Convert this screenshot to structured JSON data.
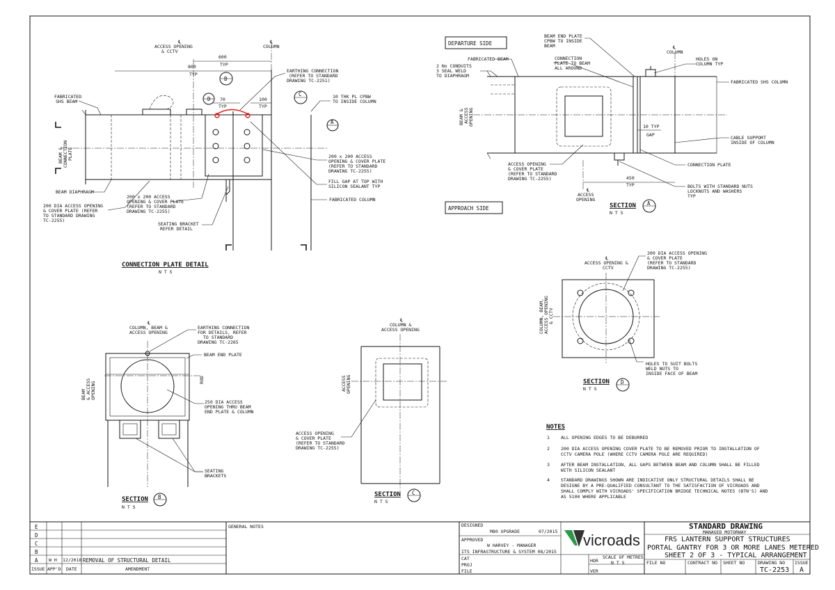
{
  "views": {
    "connection_plate": {
      "title": "CONNECTION PLATE DETAIL",
      "scale": "N T S",
      "labels": {
        "access_opening_cctv": [
          "℄",
          "ACCESS OPENING",
          "& CCTV"
        ],
        "column_cl": [
          "℄",
          "COLUMN"
        ],
        "dim_600": "600",
        "dim_600_typ": "TYP",
        "dim_800": "800",
        "dim_800_typ": "TYP",
        "dim_70": "70",
        "dim_70_typ": "TYP",
        "dim_100": "100",
        "dim_100_typ": "TYP",
        "earthing": [
          "EARTHING CONNECTION",
          "(REFER TO STANDARD",
          "DRAWING TC-2251)"
        ],
        "pl_cpbw": [
          "10 THK PL CPBW",
          "TO INSIDE COLUMN"
        ],
        "fabricated_shs_beam": [
          "FABRICATED",
          "SHS BEAM"
        ],
        "beam_connection_plate": [
          "℄",
          "BEAM &",
          "CONNECTION",
          "PLATE"
        ],
        "access_200x200": [
          "200 x 200 ACCESS",
          "OPENING & COVER PLATE",
          "(REFER TO STANDARD",
          "DRAWING TC-2255)"
        ],
        "fill_gap": [
          "FILL GAP AT TOP WITH",
          "SILICON SEALANT TYP"
        ],
        "beam_diaphragm": "BEAM DIAPHRAGM",
        "fabricated_column": "FABRICATED COLUMN",
        "access_200x200_left": [
          "200 x 200 ACCESS",
          "OPENING & COVER PLATE",
          "(REFER TO STANDARD",
          "DRAWING TC-2255)"
        ],
        "dia200_access": [
          "200 DIA ACCESS OPENING",
          "& COVER PLATE (REFER",
          "TO STANDARD DRAWING",
          "TC-2255)"
        ],
        "seating_bracket": [
          "SEATING BRACKET",
          "REFER DETAIL"
        ],
        "marker_b": "B",
        "marker_c": "C",
        "marker_d": "D",
        "marker_a": "A"
      }
    },
    "section_a": {
      "title": "SECTION",
      "letter": "A",
      "scale": "N T S",
      "departure": "DEPARTURE SIDE",
      "approach": "APPROACH SIDE",
      "labels": {
        "beam_end_plate": [
          "BEAM END PLATE",
          "CPBW TO INSIDE",
          "BEAM"
        ],
        "fabricated_beam": "FABRICATED BEAM",
        "conduits": [
          "2 No CONDUITS",
          "3 SEAL WELD",
          "TO DIAPHRAGM"
        ],
        "connection_plate_to_beam": [
          "CONNECTION",
          "PLATE TO BEAM",
          "ALL AROUND"
        ],
        "column_cl": [
          "℄",
          "COLUMN"
        ],
        "holes_on_column": [
          "HOLES ON",
          "COLUMN TYP"
        ],
        "fabricated_shs_column": "FABRICATED SHS COLUMN",
        "beam_access_opening": [
          "℄",
          "BEAM &",
          "ACCESS",
          "OPENING"
        ],
        "dim_10": "10 TYP",
        "gap": "GAP",
        "cable_support": [
          "CABLE SUPPORT",
          "INSIDE OF COLUMN"
        ],
        "access_cover": [
          "ACCESS OPENING",
          "& COVER PLATE",
          "(REFER TO STANDARD",
          "DRAWING TC-2255)"
        ],
        "connection_plate": "CONNECTION PLATE",
        "dim_450": "450",
        "dim_450_typ": "TYP",
        "access_opening_cl": [
          "℄",
          "ACCESS",
          "OPENING"
        ],
        "bolts": [
          "BOLTS WITH STANDARD NUTS",
          "LOCKNUTS AND WASHERS",
          "TYP"
        ]
      }
    },
    "section_d": {
      "title": "SECTION",
      "letter": "D",
      "scale": "N T S",
      "labels": {
        "dia200": [
          "200 DIA ACCESS OPENING",
          "& COVER PLATE",
          "(REFER TO STANDARD",
          "DRAWING TC-2255)"
        ],
        "access_cctv": [
          "℄",
          "ACCESS OPENING &",
          "CCTV"
        ],
        "column_beam_access": [
          "℄",
          "COLUMN, BEAM,",
          "ACCESS OPENING",
          "& CCTV"
        ],
        "holes_bolts": [
          "HOLES TO SUIT BOLTS",
          "WELD NUTS TO",
          "INSIDE FACE OF BEAM"
        ]
      }
    },
    "section_b": {
      "title": "SECTION",
      "letter": "B",
      "scale": "N T S",
      "labels": {
        "column_beam_access": [
          "℄",
          "COLUMN, BEAM &",
          "ACCESS OPENING"
        ],
        "earthing": [
          "EARTHING CONNECTION",
          "FOR DETAILS, REFER",
          "TO STANDARD",
          "DRAWING TC-2265"
        ],
        "beam_end_plate": "BEAM END PLATE",
        "beam_access": [
          "℄",
          "BEAM",
          "& ACCESS",
          "OPENING"
        ],
        "rod": [
          "℄",
          "ROD"
        ],
        "dia250": [
          "250 DIA ACCESS",
          "OPENING THRU BEAM",
          "END PLATE & COLUMN"
        ],
        "seating": [
          "SEATING",
          "BRACKETS"
        ]
      }
    },
    "section_c": {
      "title": "SECTION",
      "letter": "C",
      "scale": "N T S",
      "labels": {
        "column_access": [
          "℄",
          "COLUMN &",
          "ACCESS OPENING"
        ],
        "access_opening_cl": [
          "℄",
          "ACCESS",
          "OPENING"
        ],
        "access_cover": [
          "ACCESS OPENING",
          "& COVER PLATE",
          "(REFER TO STANDARD",
          "DRAWING TC-2255)"
        ]
      }
    }
  },
  "notes": {
    "heading": "NOTES",
    "items": [
      {
        "num": "1",
        "lines": [
          "ALL OPENING EDGES TO BE DEBURRED"
        ]
      },
      {
        "num": "2",
        "lines": [
          "200 DIA ACCESS OPENING COVER PLATE TO BE REMOVED PRIOR TO INSTALLATION OF",
          "CCTV CAMERA POLE (WHERE CCTV CAMERA POLE ARE REQUIRED)"
        ]
      },
      {
        "num": "3",
        "lines": [
          "AFTER BEAM INSTALLATION, ALL GAPS BETWEEN BEAM AND COLUMN SHALL BE FILLED",
          "WITH SILICON SEALANT"
        ]
      },
      {
        "num": "4",
        "lines": [
          "STANDARD DRAWINGS SHOWN ARE INDICATIVE ONLY STRUCTURAL DETAILS SHALL BE",
          "DESIGNE BY A PRE-QUALIFIED CONSULTANT TO THE SATISFACTION OF VICROADS AND",
          "SHALL COMPLY WITH VICROADS' SPECIFICATION BRIDGE TECHNICAL NOTES (BTN'S) AND",
          "AS 5100 WHERE APPLICABLE"
        ]
      }
    ]
  },
  "title_block": {
    "issue_letters": [
      "E",
      "D",
      "C",
      "B",
      "A"
    ],
    "revision_a": {
      "appd": "W H",
      "date": "12/2018",
      "amendment": "REMOVAL OF STRUCTURAL DETAIL"
    },
    "headers": {
      "issue": "ISSUE",
      "appd": "APP'D",
      "date": "DATE",
      "amendment": "AMENDMENT"
    },
    "general_notes": "GENERAL NOTES",
    "designed_label": "DESIGNED",
    "designed_value": "M80 UPGRADE",
    "designed_date": "07/2015",
    "approved_label": "APPROVED",
    "approved_value": "W HARVEY - MANAGER",
    "approved_org": "ITS INFRASTRUCTURE & SYSTEM 08/2015",
    "cat": "CAT",
    "proj": "PROJ",
    "file": "FILE",
    "logo": "vicroads",
    "hor": "HOR",
    "ver": "VER",
    "scale_label": "SCALE OF METRES",
    "scale_value": "N T S",
    "standard_drawing": "STANDARD DRAWING",
    "managed_motorway": "MANAGED MOTORWAY",
    "title_lines": [
      "FRS LANTERN SUPPORT STRUCTURES",
      "PORTAL GANTRY FOR 3 OR MORE LANES METERED",
      "SHEET 2 OF 3 - TYPICAL ARRANGEMENT"
    ],
    "file_no": "FILE NO",
    "contract_no": "CONTRACT NO",
    "sheet_no": "SHEET NO",
    "drawing_no_label": "DRAWING NO",
    "drawing_no": "TC-2253",
    "issue_label": "ISSUE",
    "issue_value": "A"
  }
}
